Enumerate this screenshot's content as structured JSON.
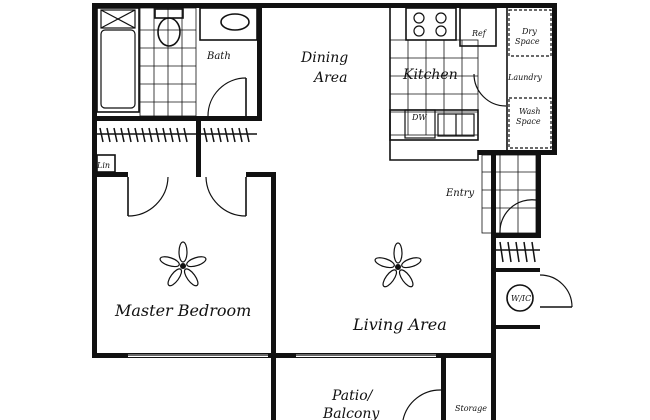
{
  "rooms": {
    "bath": "Bath",
    "dining_line1": "Dining",
    "dining_line2": "Area",
    "kitchen": "Kitchen",
    "ref": "Ref",
    "dry_line1": "Dry",
    "dry_line2": "Space",
    "laundry": "Laundry",
    "wash_line1": "Wash",
    "wash_line2": "Space",
    "dw": "DW",
    "lin": "Lin",
    "entry": "Entry",
    "wic": "W/IC",
    "master_bedroom": "Master Bedroom",
    "living_area": "Living Area",
    "patio_line1": "Patio/",
    "patio_line2": "Balcony",
    "storage": "Storage"
  },
  "colors": {
    "ink": "#111111",
    "paper": "#ffffff"
  }
}
